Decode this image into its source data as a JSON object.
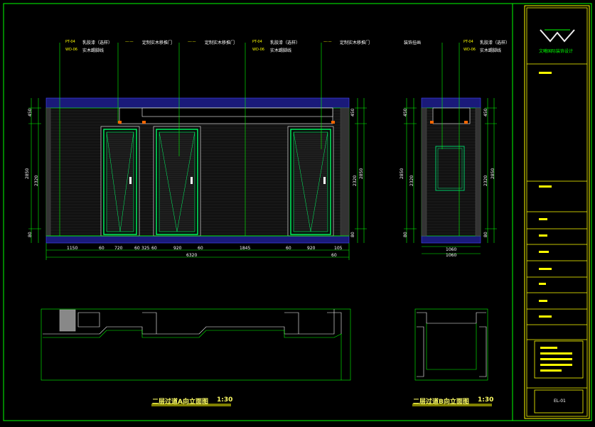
{
  "colors": {
    "background": "#000000",
    "frame": "#00ff00",
    "titleblock": "#ffff00",
    "wall": "#2a2aa0",
    "dimension": "#ffffff",
    "door": "#00ff66",
    "leader": "#00ff00"
  },
  "elevation_a": {
    "title": "二层过道A向立面图",
    "scale": "1:30",
    "callouts": [
      {
        "code": "PT-04",
        "text": "乳胶漆（选样）"
      },
      {
        "code": "WD-06",
        "text": "实木踢脚线"
      },
      {
        "code": "—·—",
        "text": "定制实木移推门"
      },
      {
        "code": "—·—",
        "text": "定制实木移推门"
      },
      {
        "code": "PT-04",
        "text": "乳胶漆（选样）"
      },
      {
        "code": "WD-06",
        "text": "实木踢脚线"
      },
      {
        "code": "—·—",
        "text": "定制实木移推门"
      }
    ],
    "dims_horizontal": [
      "1150",
      "60",
      "720",
      "60",
      "325",
      "60",
      "920",
      "60",
      "1845",
      "60",
      "920",
      "105"
    ],
    "dim_total": "6320",
    "dim_total_right": "60",
    "dims_left": [
      "450",
      "2320",
      "80"
    ],
    "dim_left_total": "2850",
    "dims_right": [
      "450",
      "2320",
      "80"
    ],
    "dim_right_total": "2850"
  },
  "elevation_b": {
    "title": "二层过道B向立面图",
    "scale": "1:30",
    "callouts": [
      {
        "code": "",
        "text": "装饰挂画"
      },
      {
        "code": "PT-04",
        "text": "乳胶漆（选样）"
      },
      {
        "code": "WD-06",
        "text": "实木踢脚线"
      }
    ],
    "dims_bottom": [
      "1060",
      "1060"
    ],
    "dims_left": [
      "450",
      "2320",
      "80"
    ],
    "dim_left_total": "2850",
    "dims_right": [
      "450",
      "2320",
      "80"
    ],
    "dim_right_total": "2850"
  },
  "titleblock": {
    "company": "文曦国际装饰设计",
    "sheet_no": "EL-01"
  }
}
